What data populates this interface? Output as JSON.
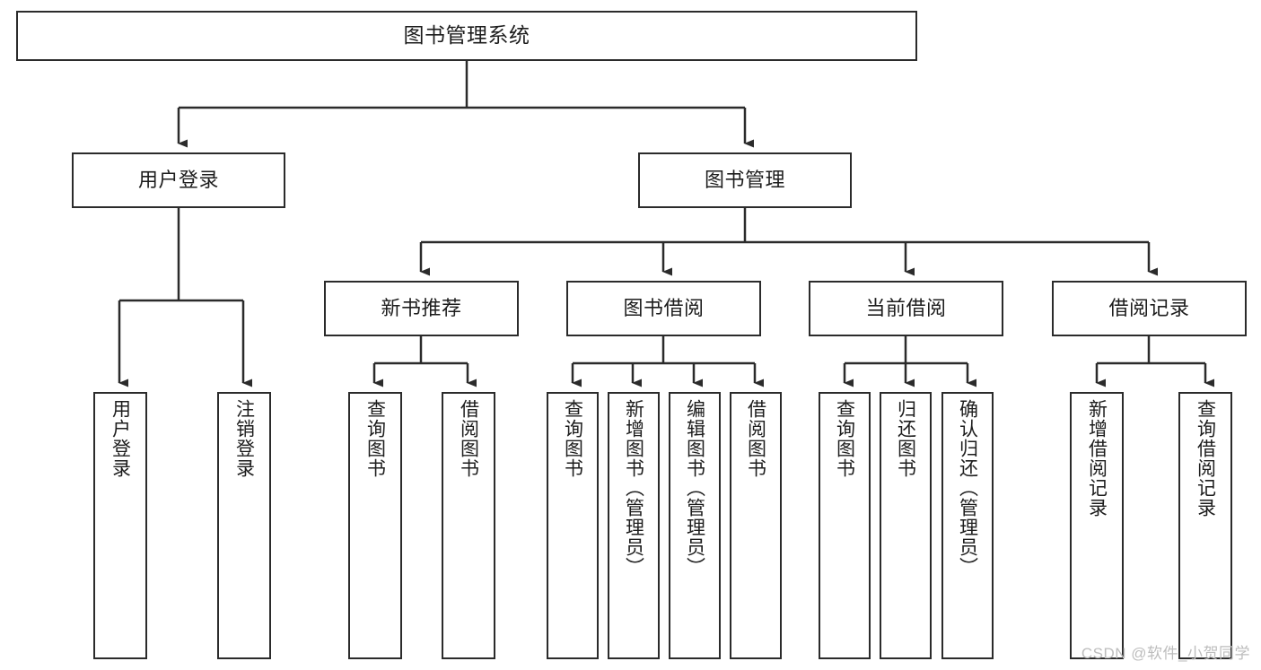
{
  "diagram": {
    "title": "图书管理系统",
    "type": "tree",
    "colors": {
      "box_border": "#2b2b2b",
      "box_fill": "#ffffff",
      "edge": "#2b2b2b",
      "text": "#1d1d1d",
      "watermark": "#bdbdbd",
      "background": "#ffffff"
    },
    "watermark": "CSDN @软件_小贺同学"
  },
  "nodes": {
    "root": {
      "label": "图书管理系统"
    },
    "level2": [
      {
        "id": "user-login",
        "label": "用户登录"
      },
      {
        "id": "book-manage",
        "label": "图书管理"
      }
    ],
    "level3": [
      {
        "id": "new-book-recommend",
        "label": "新书推荐"
      },
      {
        "id": "book-borrow",
        "label": "图书借阅"
      },
      {
        "id": "current-borrow",
        "label": "当前借阅"
      },
      {
        "id": "borrow-record",
        "label": "借阅记录"
      }
    ],
    "leaves": {
      "user_login": [
        {
          "id": "leaf-user-login",
          "label": "用户登录"
        },
        {
          "id": "leaf-logout-login",
          "label": "注销登录"
        }
      ],
      "new_book_recommend": [
        {
          "id": "leaf-query-book-1",
          "label": "查询图书"
        },
        {
          "id": "leaf-borrow-book-1",
          "label": "借阅图书"
        }
      ],
      "book_borrow": [
        {
          "id": "leaf-query-book-2",
          "label": "查询图书"
        },
        {
          "id": "leaf-add-book",
          "label": "新增图书（管理员）"
        },
        {
          "id": "leaf-edit-book",
          "label": "编辑图书（管理员）"
        },
        {
          "id": "leaf-borrow-book-2",
          "label": "借阅图书"
        }
      ],
      "current_borrow": [
        {
          "id": "leaf-query-book-3",
          "label": "查询图书"
        },
        {
          "id": "leaf-return-book",
          "label": "归还图书"
        },
        {
          "id": "leaf-confirm-return",
          "label": "确认归还（管理员）"
        }
      ],
      "borrow_record": [
        {
          "id": "leaf-add-borrow-record",
          "label": "新增借阅记录"
        },
        {
          "id": "leaf-query-borrow-record",
          "label": "查询借阅记录"
        }
      ]
    }
  }
}
